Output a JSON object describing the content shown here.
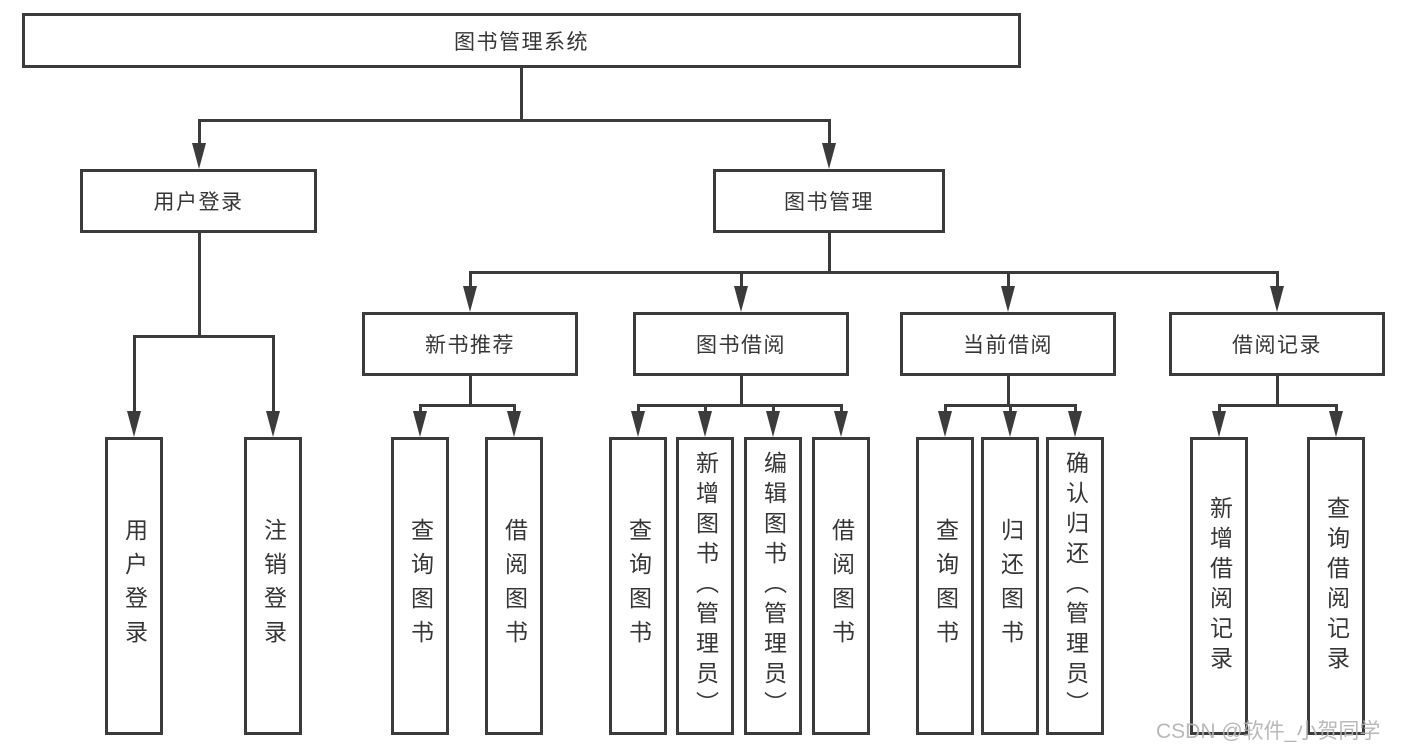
{
  "nodes": {
    "root": "图书管理系统",
    "l2_user_login": "用户登录",
    "l2_book_mgmt": "图书管理",
    "l3_new_book": "新书推荐",
    "l3_book_borrow": "图书借阅",
    "l3_current_borrow": "当前借阅",
    "l3_borrow_record": "借阅记录",
    "leaf_user_login": "用户登录",
    "leaf_logout": "注销登录",
    "leaf_nb_query": "查询图书",
    "leaf_nb_borrow": "借阅图书",
    "leaf_bb_query": "查询图书",
    "leaf_bb_add": "新增图书（管理员）",
    "leaf_bb_edit": "编辑图书（管理员）",
    "leaf_bb_borrow": "借阅图书",
    "leaf_cb_query": "查询图书",
    "leaf_cb_return": "归还图书",
    "leaf_cb_confirm": "确认归还（管理员）",
    "leaf_br_add": "新增借阅记录",
    "leaf_br_query": "查询借阅记录"
  },
  "watermark": "CSDN @软件_小贺同学",
  "colors": {
    "line": "#3b3b3b",
    "text": "#363636",
    "box_background": "#ffffff",
    "watermark": "#b3b3b3"
  }
}
